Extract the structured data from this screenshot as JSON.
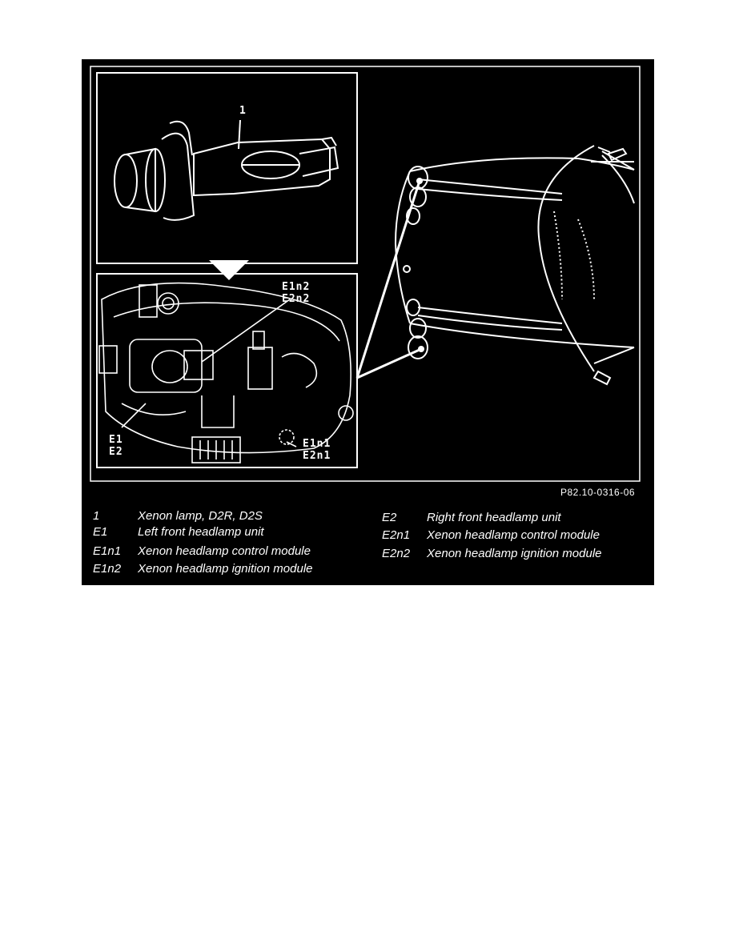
{
  "figure": {
    "callouts": {
      "lamp": "1",
      "modules_top": [
        "E1n2",
        "E2n2"
      ],
      "units": [
        "E1",
        "E2"
      ],
      "modules_bottom": [
        "E1n1",
        "E2n1"
      ]
    },
    "reference_code": "P82.10-0316-06"
  },
  "legend": {
    "left": [
      {
        "code": "1",
        "desc": "Xenon lamp, D2R, D2S"
      },
      {
        "code": "E1",
        "desc": "Left front headlamp unit"
      },
      {
        "code": "E1n1",
        "desc": "Xenon headlamp control module"
      },
      {
        "code": "E1n2",
        "desc": "Xenon headlamp ignition module"
      }
    ],
    "right": [
      {
        "code": "E2",
        "desc": "Right front headlamp unit"
      },
      {
        "code": "E2n1",
        "desc": "Xenon headlamp control module"
      },
      {
        "code": "E2n2",
        "desc": "Xenon headlamp ignition module"
      }
    ]
  }
}
